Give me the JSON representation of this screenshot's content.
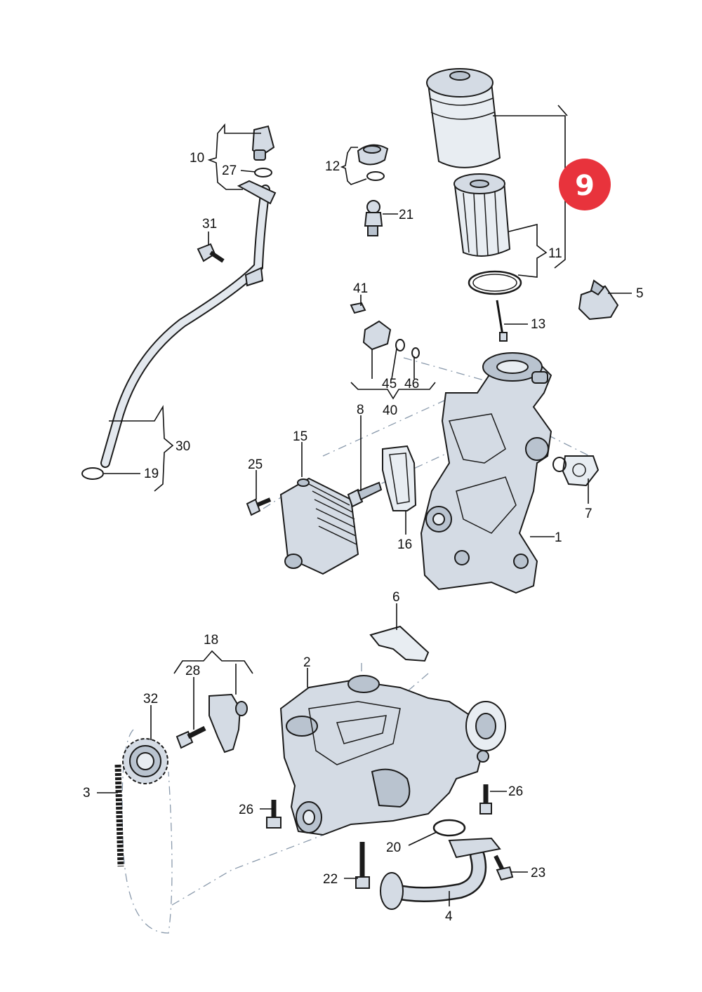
{
  "badge": {
    "number": "9",
    "color": "#e8333c"
  },
  "callouts": [
    "1",
    "2",
    "3",
    "4",
    "5",
    "6",
    "7",
    "8",
    "9",
    "10",
    "11",
    "12",
    "13",
    "15",
    "16",
    "18",
    "19",
    "20",
    "21",
    "22",
    "23",
    "25",
    "26",
    "26",
    "27",
    "28",
    "30",
    "31",
    "32",
    "40",
    "41",
    "45",
    "46"
  ],
  "labels": {
    "l1": "1",
    "l2": "2",
    "l3": "3",
    "l4": "4",
    "l5": "5",
    "l6": "6",
    "l7": "7",
    "l8": "8",
    "l10": "10",
    "l11": "11",
    "l12": "12",
    "l13": "13",
    "l15": "15",
    "l16": "16",
    "l18": "18",
    "l19": "19",
    "l20": "20",
    "l21": "21",
    "l22": "22",
    "l23": "23",
    "l25": "25",
    "l26a": "26",
    "l26b": "26",
    "l27": "27",
    "l28": "28",
    "l30": "30",
    "l31": "31",
    "l32": "32",
    "l40": "40",
    "l41": "41",
    "l45": "45",
    "l46": "46"
  },
  "colors": {
    "part_fill": "#d4dbe4",
    "part_shade": "#b9c3cf",
    "line": "#111111",
    "badge": "#e8333c"
  }
}
